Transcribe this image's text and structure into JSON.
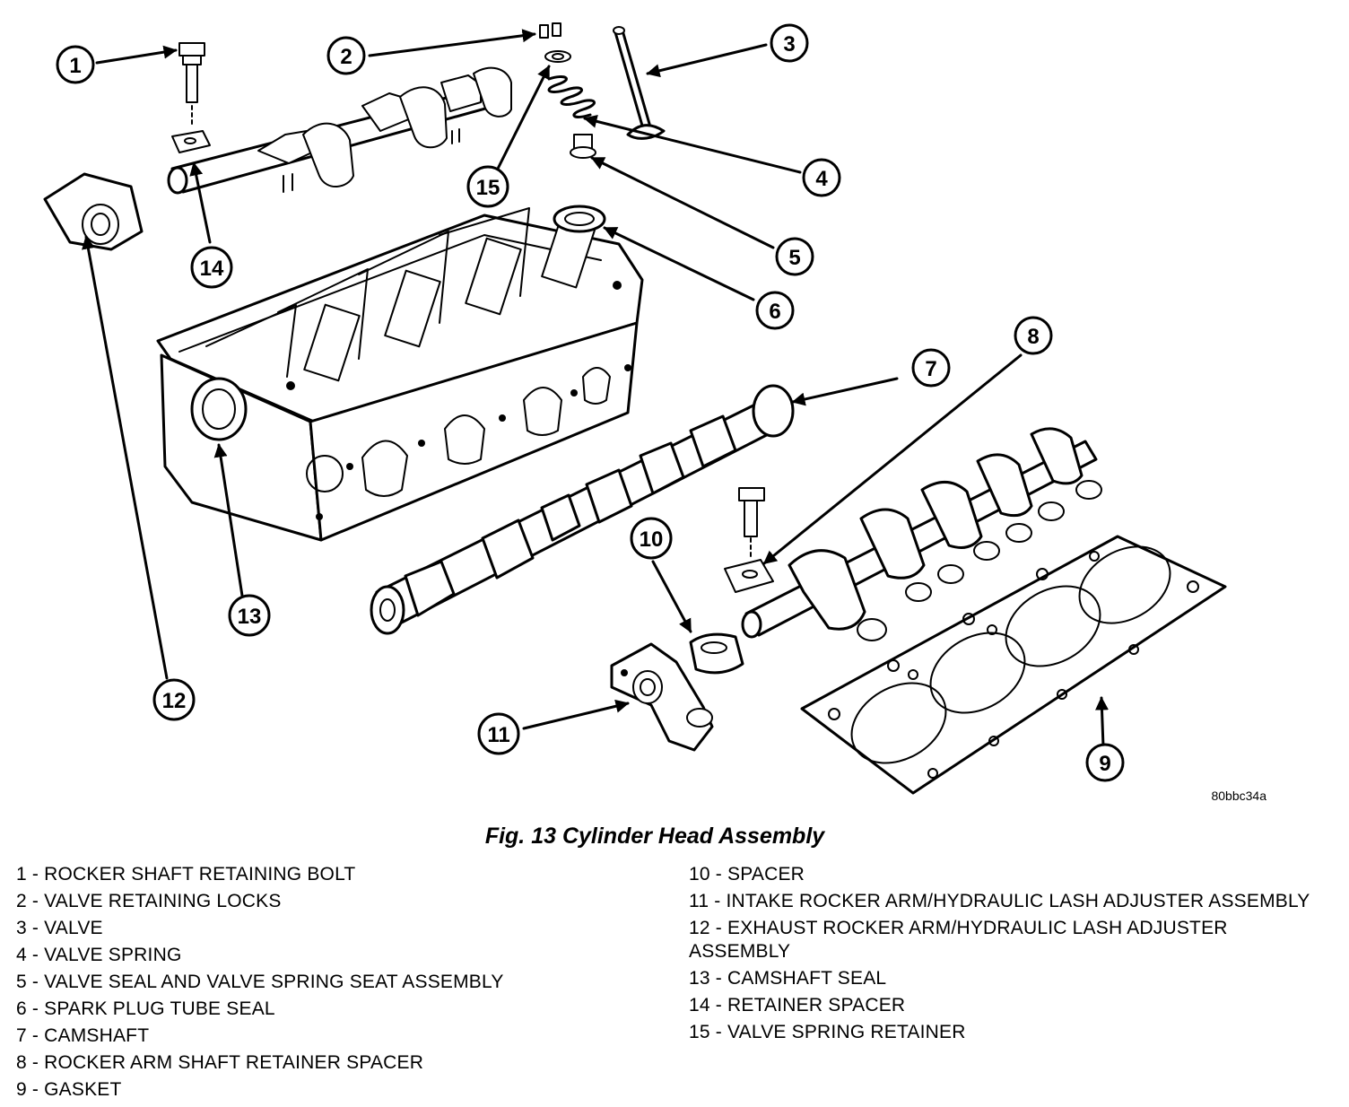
{
  "figure": {
    "caption": "Fig. 13 Cylinder Head Assembly",
    "reference_code": "80bbc34a"
  },
  "callouts": [
    "1",
    "2",
    "3",
    "4",
    "5",
    "6",
    "7",
    "8",
    "9",
    "10",
    "11",
    "12",
    "13",
    "14",
    "15"
  ],
  "legend": {
    "left": [
      "1 - ROCKER SHAFT RETAINING BOLT",
      "2 - VALVE RETAINING LOCKS",
      "3 - VALVE",
      "4 - VALVE SPRING",
      "5 - VALVE SEAL AND VALVE SPRING SEAT ASSEMBLY",
      "6 - SPARK PLUG TUBE SEAL",
      "7 - CAMSHAFT",
      "8 - ROCKER ARM SHAFT RETAINER SPACER",
      "9 - GASKET"
    ],
    "right": [
      "10 - SPACER",
      "11 - INTAKE ROCKER ARM/HYDRAULIC LASH ADJUSTER ASSEMBLY",
      "12 - EXHAUST ROCKER ARM/HYDRAULIC LASH ADJUSTER ASSEMBLY",
      "13 - CAMSHAFT SEAL",
      "14 - RETAINER SPACER",
      "15 - VALVE SPRING RETAINER"
    ]
  }
}
